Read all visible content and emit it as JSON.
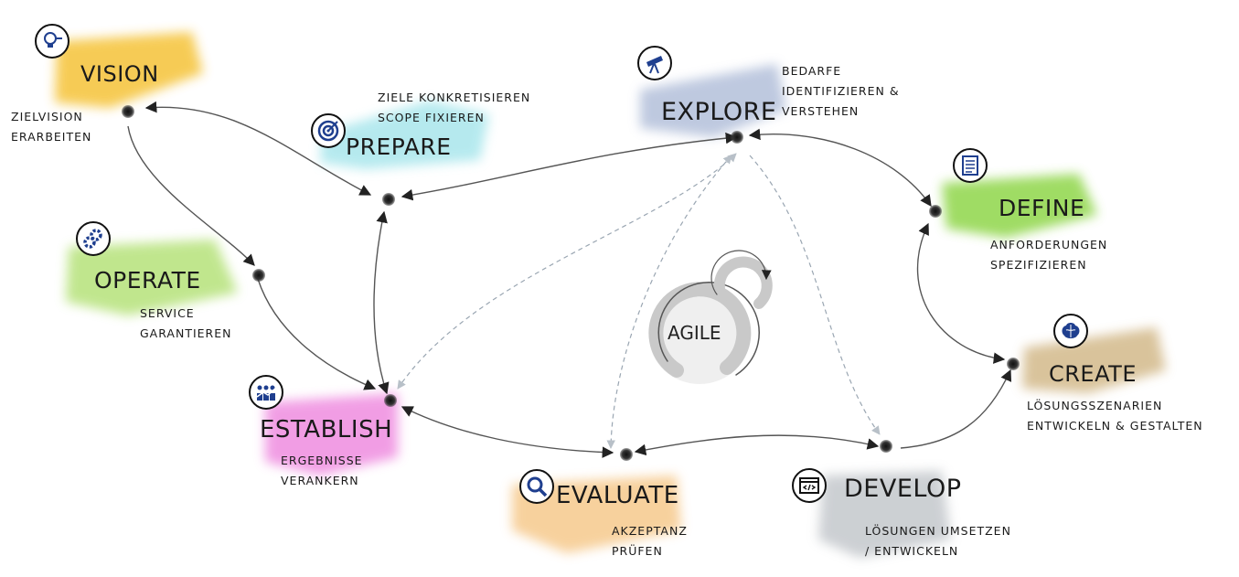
{
  "diagram": {
    "center_label": "AGILE",
    "phases": [
      {
        "id": "vision",
        "title": "VISION",
        "lines": [
          "ZIELVISION",
          "ERARBEITEN"
        ],
        "icon": "lightbulb-icon",
        "color": "#f5c338"
      },
      {
        "id": "prepare",
        "title": "PREPARE",
        "lines": [
          "ZIELE KONKRETISIEREN",
          "SCOPE FIXIEREN"
        ],
        "icon": "target-icon",
        "color": "#a9e6ec"
      },
      {
        "id": "explore",
        "title": "EXPLORE",
        "lines": [
          "BEDARFE",
          "IDENTIFIZIEREN &",
          "VERSTEHEN"
        ],
        "icon": "telescope-icon",
        "color": "#b3c0da"
      },
      {
        "id": "define",
        "title": "DEFINE",
        "lines": [
          "ANFORDERUNGEN",
          "SPEZIFIZIEREN"
        ],
        "icon": "checklist-icon",
        "color": "#8fd64a"
      },
      {
        "id": "create",
        "title": "CREATE",
        "lines": [
          "LÖSUNGSSZENARIEN",
          "ENTWICKELN & GESTALTEN"
        ],
        "icon": "brain-icon",
        "color": "#d3b98a"
      },
      {
        "id": "develop",
        "title": "DEVELOP",
        "lines": [
          "LÖSUNGEN UMSETZEN",
          "/ ENTWICKELN"
        ],
        "icon": "code-window-icon",
        "color": "#c4c8cc"
      },
      {
        "id": "evaluate",
        "title": "EVALUATE",
        "lines": [
          "AKZEPTANZ",
          "PRÜFEN"
        ],
        "icon": "magnifier-icon",
        "color": "#f6c98c"
      },
      {
        "id": "establish",
        "title": "ESTABLISH",
        "lines": [
          "ERGEBNISSE",
          "VERANKERN"
        ],
        "icon": "team-growth-icon",
        "color": "#ef8de0"
      },
      {
        "id": "operate",
        "title": "OPERATE",
        "lines": [
          "SERVICE",
          "GARANTIEREN"
        ],
        "icon": "gears-icon",
        "color": "#b6e27a"
      }
    ]
  }
}
